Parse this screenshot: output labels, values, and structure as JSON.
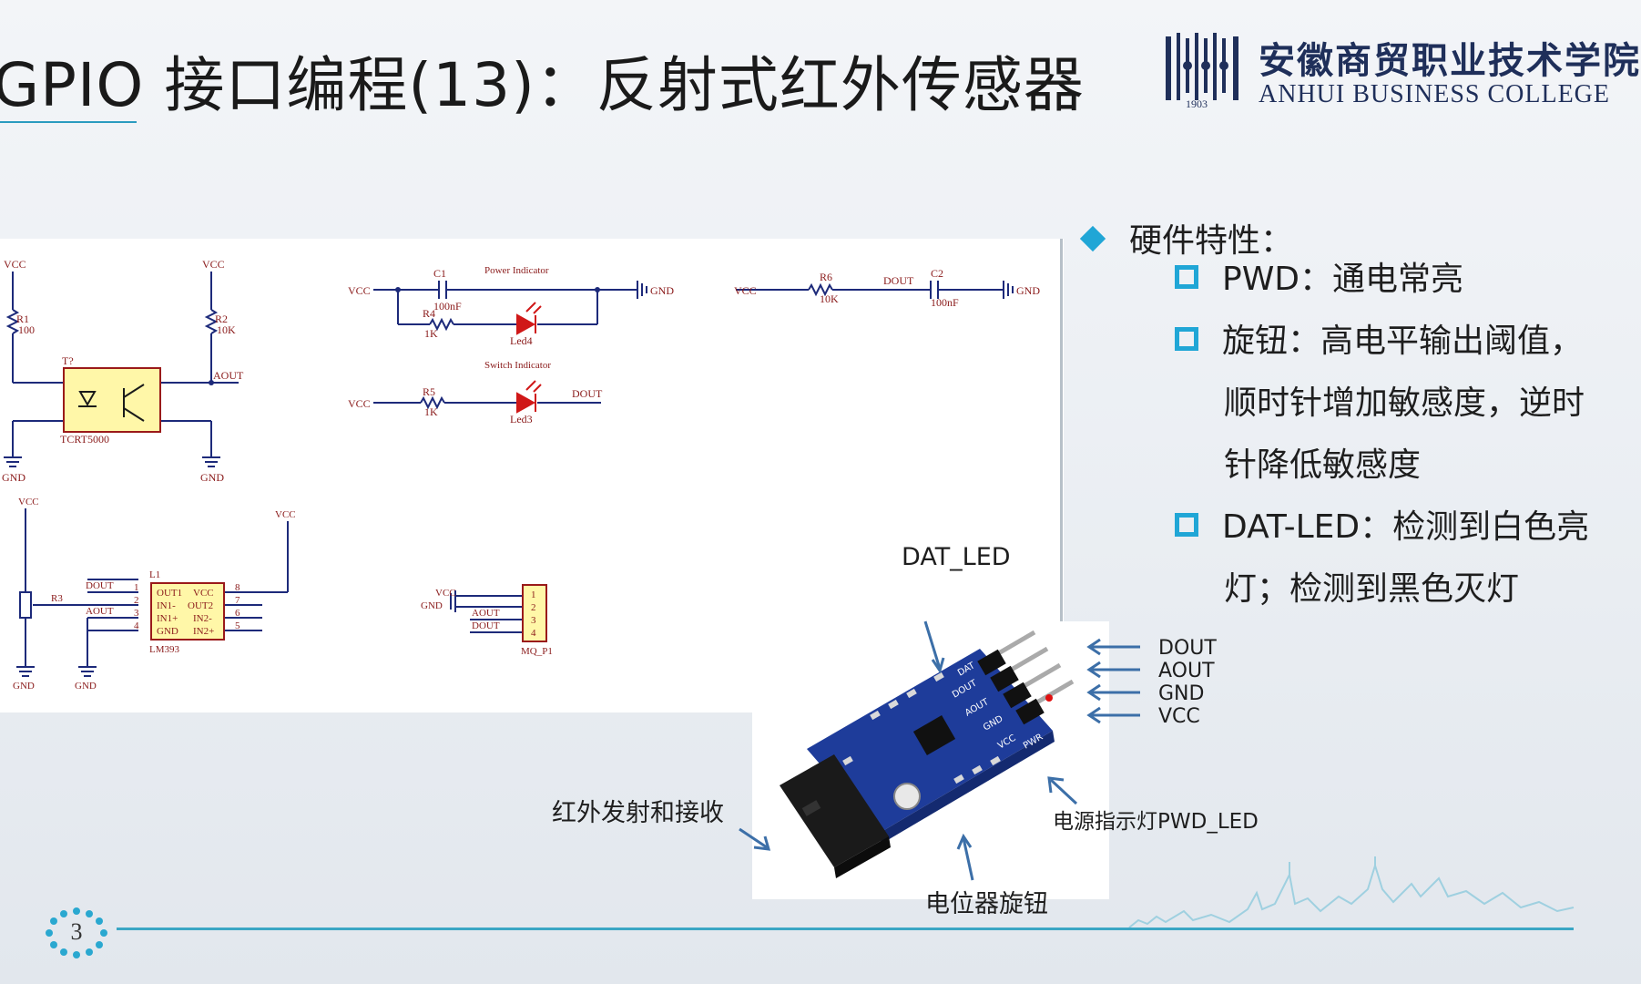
{
  "title": "GPIO 接口编程(13)：反射式红外传感器",
  "logo": {
    "cn": "安徽商贸职业技术学院",
    "en": "ANHUI BUSINESS COLLEGE",
    "year": "1903"
  },
  "schematic": {
    "vcc": "VCC",
    "gnd": "GND",
    "r1": "R1",
    "r1_val": "100",
    "r2": "R2",
    "r2_val": "10K",
    "t": "T?",
    "tcrt": "TCRT5000",
    "aout": "AOUT",
    "dout": "DOUT",
    "c1": "C1",
    "c1_val": "100nF",
    "r4": "R4",
    "r4_val": "1K",
    "power_indicator": "Power Indicator",
    "led4": "Led4",
    "switch_indicator": "Switch Indicator",
    "r5": "R5",
    "r5_val": "1K",
    "led3": "Led3",
    "r6": "R6",
    "r6_val": "10K",
    "c2": "C2",
    "c2_val": "100nF",
    "r3": "R3",
    "l1": "L1",
    "lm393": "LM393",
    "ic_left": [
      "OUT1",
      "IN1-",
      "IN1+",
      "GND"
    ],
    "ic_right": [
      "VCC",
      "OUT2",
      "IN2-",
      "IN2+"
    ],
    "ic_pins_left": [
      "1",
      "2",
      "3",
      "4"
    ],
    "ic_pins_right": [
      "8",
      "7",
      "6",
      "5"
    ],
    "mq_p1": "MQ_P1",
    "mq_pins": [
      "1",
      "2",
      "3",
      "4"
    ]
  },
  "bullets": {
    "heading": "硬件特性：",
    "items": [
      {
        "text": "PWD：通电常亮"
      },
      {
        "text": "旋钮：高电平输出阈值，",
        "cont": [
          "顺时针增加敏感度，逆时",
          "针降低敏感度"
        ]
      },
      {
        "text": "DAT-LED：检测到白色亮",
        "cont": [
          "灯；检测到黑色灭灯"
        ]
      }
    ]
  },
  "photo_labels": {
    "dat_led": "DAT_LED",
    "pins": [
      "DOUT",
      "AOUT",
      "GND",
      "VCC"
    ],
    "ir": "红外发射和接收",
    "pwd_led": "电源指示灯PWD_LED",
    "pot": "电位器旋钮",
    "board_pins": [
      "DAT",
      "DOUT",
      "AOUT",
      "GND",
      "VCC",
      "PWR"
    ]
  },
  "page_number": "3"
}
